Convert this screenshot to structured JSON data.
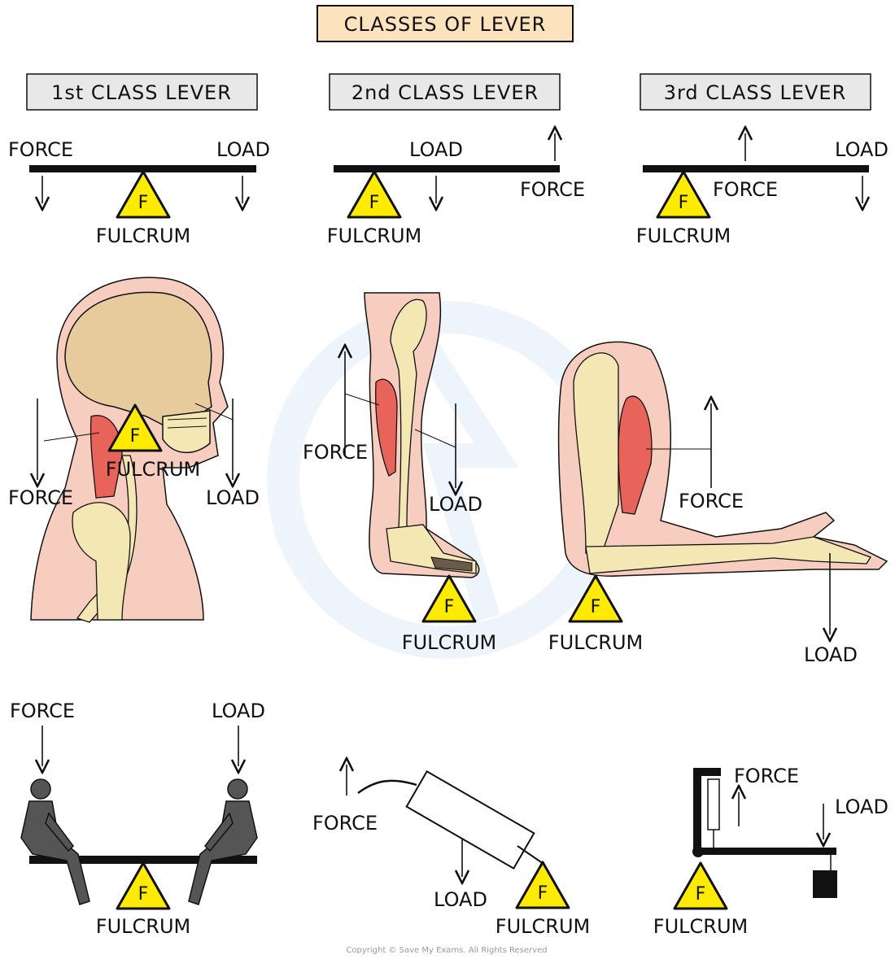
{
  "title": "CLASSES OF LEVER",
  "fulcrum_symbol": "F",
  "labels": {
    "force": "FORCE",
    "load": "LOAD",
    "fulcrum": "FULCRUM"
  },
  "classes": [
    {
      "heading": "1st CLASS LEVER"
    },
    {
      "heading": "2nd CLASS LEVER"
    },
    {
      "heading": "3rd CLASS LEVER"
    }
  ],
  "copyright": "Copyright © Save My Exams. All Rights Reserved",
  "colors": {
    "title_box": "#fde3bd",
    "heading_box": "#e8e8e8",
    "fulcrum_fill": "#ffeb00",
    "skin": "#f6cdbf",
    "bone": "#f3e7b3",
    "skull": "#e8cb9c",
    "muscle": "#e8645a",
    "figure": "#555555"
  }
}
